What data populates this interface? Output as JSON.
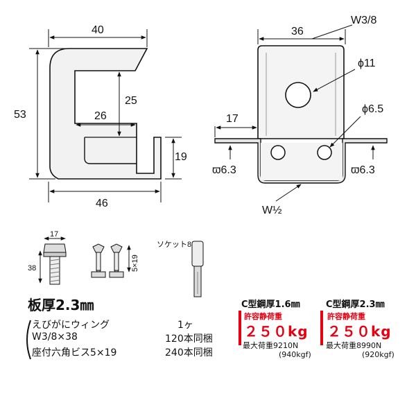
{
  "side_view": {
    "dim_top": "40",
    "dim_height": "53",
    "dim_gap": "25",
    "dim_inner": "26",
    "dim_lip": "19",
    "dim_bottom": "46"
  },
  "front_view": {
    "dim_width": "36",
    "dim_flange": "17",
    "label_top_bolt": "W3/8",
    "label_bottom_bolt": "W½",
    "hole_large": "ϕ11",
    "hole_small": "ϕ6.5",
    "hole_left": "ϖ6.3",
    "hole_right": "ϖ6.3"
  },
  "hardware": {
    "bolt_width": "17",
    "bolt_length": "38",
    "screw_size": "5×19",
    "socket_label": "ソケット8M"
  },
  "specs": {
    "plate_thickness": "板厚2.3㎜",
    "contents_line1": "えびがにウィング",
    "contents_line2": "W3/8×38",
    "contents_line3": "座付六角ビス5×19",
    "qty_line1": "1ヶ",
    "qty_line2": "120本同梱",
    "qty_line3": "240本同梱"
  },
  "loads": [
    {
      "title": "C型鋼厚1.6㎜",
      "allow_label": "許容静荷重",
      "allow_value": "２５０kg",
      "max_label": "最大荷重9210N",
      "max_kgf": "(940kgf)"
    },
    {
      "title": "C型鋼厚2.3㎜",
      "allow_label": "許容静荷重",
      "allow_value": "２５０kg",
      "max_label": "最大荷重8990N",
      "max_kgf": "(920kgf)"
    }
  ],
  "colors": {
    "accent_red": "#e60012",
    "metal": "#f2f2f2",
    "line": "#111111"
  }
}
